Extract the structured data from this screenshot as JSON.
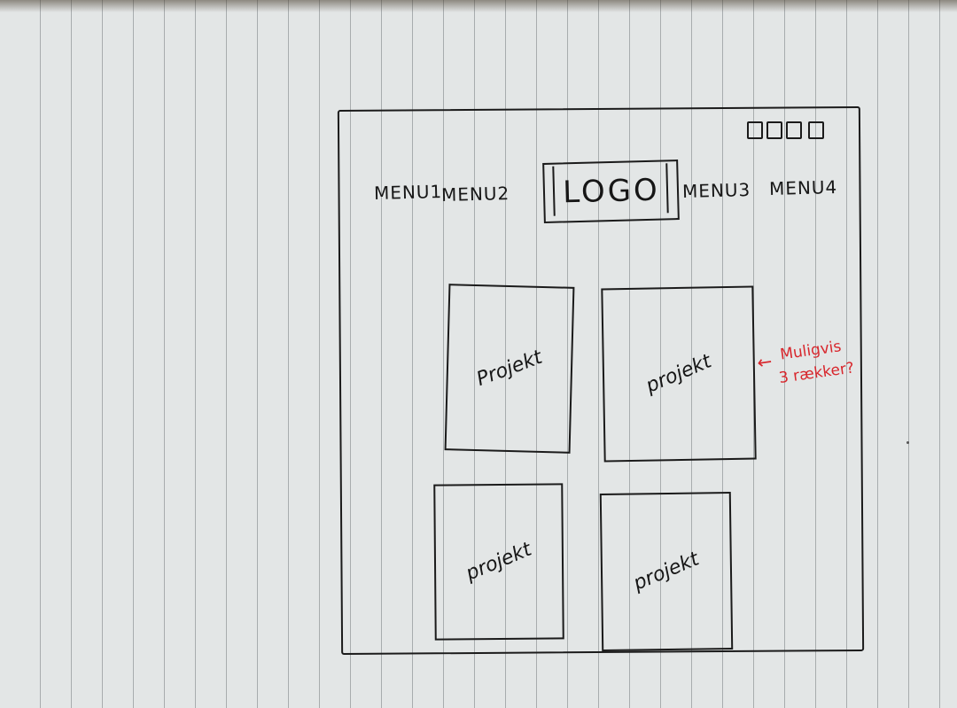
{
  "header": {
    "menus": [
      "MENU1",
      "MENU2",
      "MENU3",
      "MENU4"
    ],
    "logo": "LOGO",
    "icons": [
      "square-icon",
      "square-icon",
      "square-icon",
      "square-icon"
    ]
  },
  "projects": [
    "Projekt",
    "projekt",
    "projekt",
    "projekt"
  ],
  "annotation": {
    "arrow": "←",
    "line1": "Muligvis",
    "line2": "3 rækker?",
    "color": "#d8262c"
  },
  "colors": {
    "paper": "#e3e6e6",
    "ink": "#1b1b1b"
  }
}
